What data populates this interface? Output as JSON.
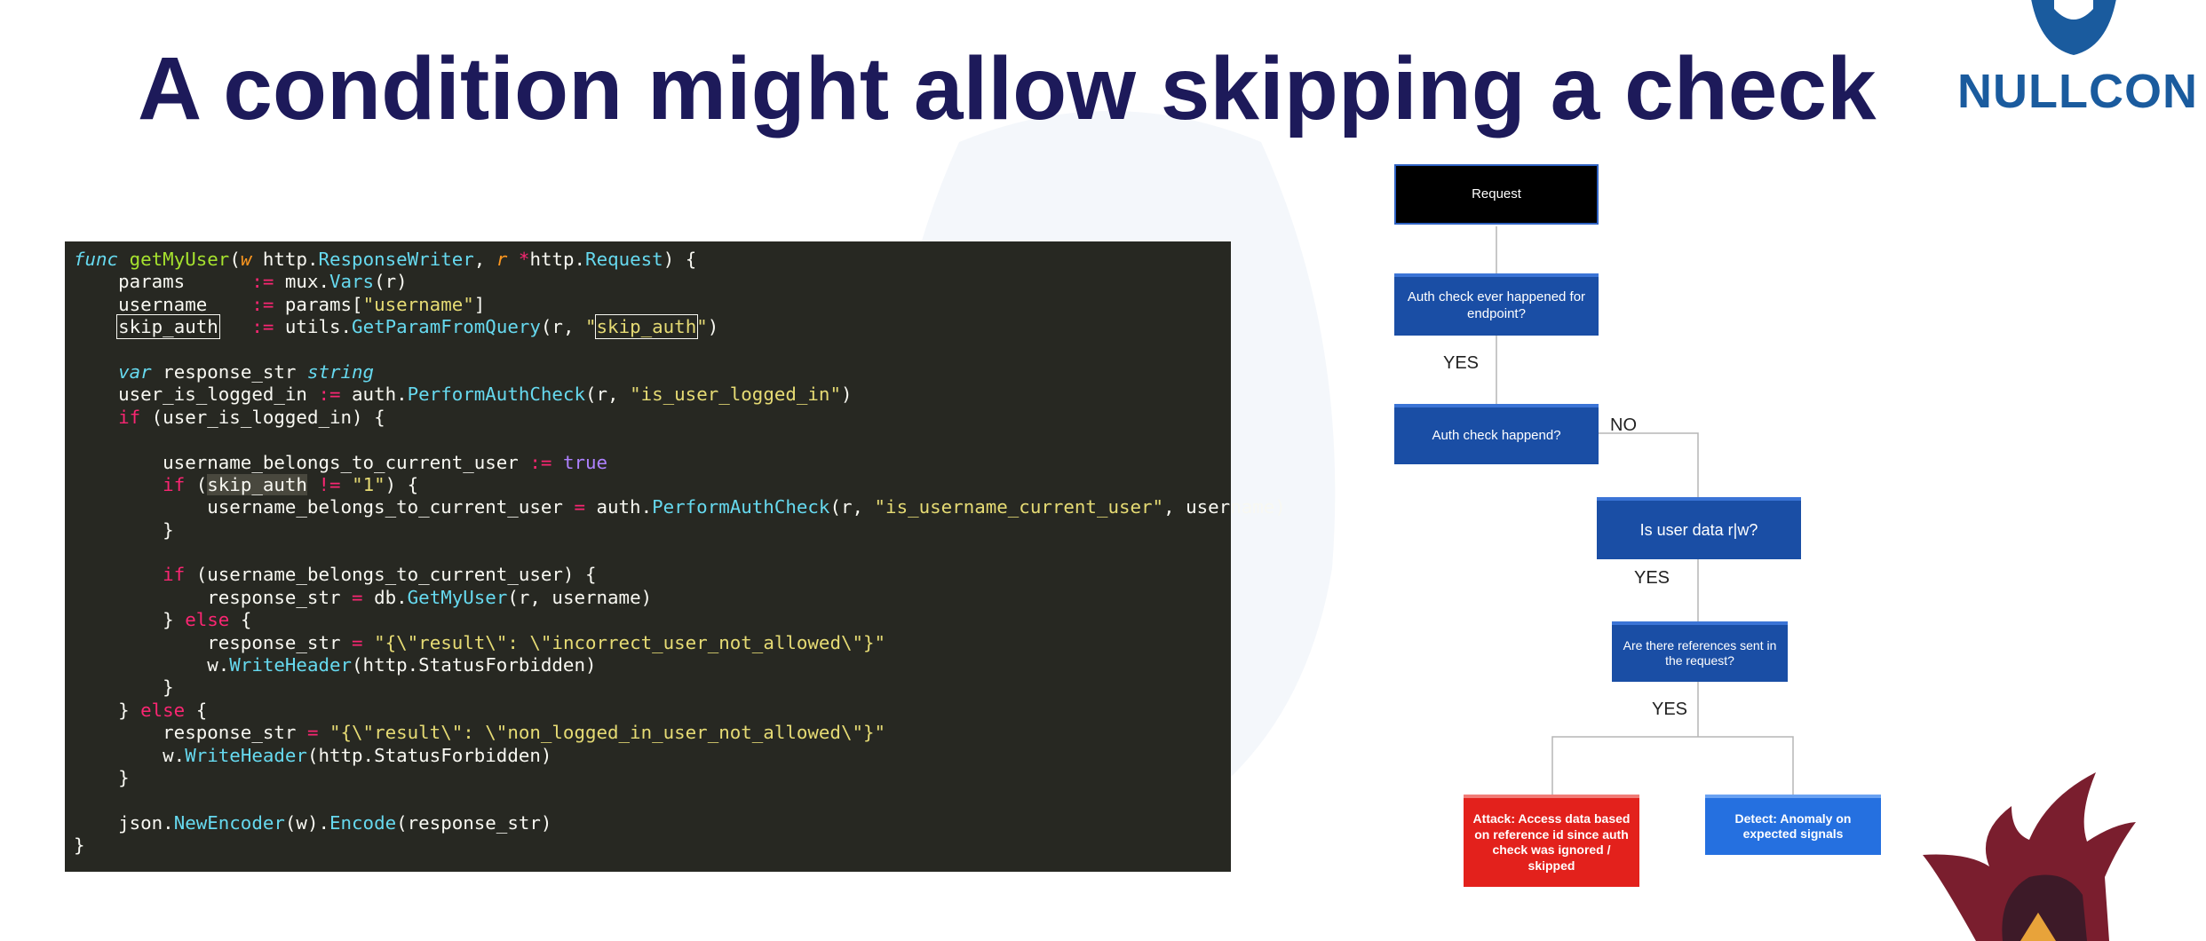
{
  "slide": {
    "title": "A condition might allow skipping a check",
    "logo_text": "NULLCON"
  },
  "code": {
    "lines": [
      [
        {
          "t": "func",
          "c": "kw-i"
        },
        {
          "t": " "
        },
        {
          "t": "getMyUser",
          "c": "fn"
        },
        {
          "t": "("
        },
        {
          "t": "w",
          "c": "pr"
        },
        {
          "t": " http."
        },
        {
          "t": "ResponseWriter",
          "c": "cl"
        },
        {
          "t": ", "
        },
        {
          "t": "r",
          "c": "pr"
        },
        {
          "t": " "
        },
        {
          "t": "*",
          "c": "op"
        },
        {
          "t": "http."
        },
        {
          "t": "Request",
          "c": "cl"
        },
        {
          "t": ") {"
        }
      ],
      [
        {
          "t": "    params      "
        },
        {
          "t": ":=",
          "c": "op"
        },
        {
          "t": " mux."
        },
        {
          "t": "Vars",
          "c": "cl"
        },
        {
          "t": "(r)"
        }
      ],
      [
        {
          "t": "    username    "
        },
        {
          "t": ":=",
          "c": "op"
        },
        {
          "t": " params["
        },
        {
          "t": "\"username\"",
          "c": "st"
        },
        {
          "t": "]"
        }
      ],
      [
        {
          "t": "    "
        },
        {
          "t": "skip_auth",
          "c": "boxed"
        },
        {
          "t": "   "
        },
        {
          "t": ":=",
          "c": "op"
        },
        {
          "t": " utils."
        },
        {
          "t": "GetParamFromQuery",
          "c": "cl"
        },
        {
          "t": "(r, "
        },
        {
          "t": "\"",
          "c": "st"
        },
        {
          "t": "skip_auth",
          "c": "st boxed"
        },
        {
          "t": "\"",
          "c": "st"
        },
        {
          "t": ")"
        }
      ],
      [],
      [
        {
          "t": "    "
        },
        {
          "t": "var",
          "c": "kw-i"
        },
        {
          "t": " response_str "
        },
        {
          "t": "string",
          "c": "ty"
        }
      ],
      [
        {
          "t": "    user_is_logged_in "
        },
        {
          "t": ":=",
          "c": "op"
        },
        {
          "t": " auth."
        },
        {
          "t": "PerformAuthCheck",
          "c": "cl"
        },
        {
          "t": "(r, "
        },
        {
          "t": "\"is_user_logged_in\"",
          "c": "st"
        },
        {
          "t": ")"
        }
      ],
      [
        {
          "t": "    "
        },
        {
          "t": "if",
          "c": "kw"
        },
        {
          "t": " (user_is_logged_in) {"
        }
      ],
      [],
      [
        {
          "t": "        username_belongs_to_current_user "
        },
        {
          "t": ":=",
          "c": "op"
        },
        {
          "t": " "
        },
        {
          "t": "true",
          "c": "nm"
        }
      ],
      [
        {
          "t": "        "
        },
        {
          "t": "if",
          "c": "kw"
        },
        {
          "t": " ("
        },
        {
          "t": "skip_auth",
          "c": "hl"
        },
        {
          "t": " "
        },
        {
          "t": "!=",
          "c": "op"
        },
        {
          "t": " "
        },
        {
          "t": "\"1\"",
          "c": "st"
        },
        {
          "t": ") {"
        }
      ],
      [
        {
          "t": "            username_belongs_to_current_user "
        },
        {
          "t": "=",
          "c": "op"
        },
        {
          "t": " auth."
        },
        {
          "t": "PerformAuthCheck",
          "c": "cl"
        },
        {
          "t": "(r, "
        },
        {
          "t": "\"is_username_current_user\"",
          "c": "st"
        },
        {
          "t": ", username)"
        }
      ],
      [
        {
          "t": "        }"
        }
      ],
      [],
      [
        {
          "t": "        "
        },
        {
          "t": "if",
          "c": "kw"
        },
        {
          "t": " (username_belongs_to_current_user) {"
        }
      ],
      [
        {
          "t": "            response_str "
        },
        {
          "t": "=",
          "c": "op"
        },
        {
          "t": " db."
        },
        {
          "t": "GetMyUser",
          "c": "cl"
        },
        {
          "t": "(r, username)"
        }
      ],
      [
        {
          "t": "        } "
        },
        {
          "t": "else",
          "c": "kw"
        },
        {
          "t": " {"
        }
      ],
      [
        {
          "t": "            response_str "
        },
        {
          "t": "=",
          "c": "op"
        },
        {
          "t": " "
        },
        {
          "t": "\"{\\\"result\\\": \\\"incorrect_user_not_allowed\\\"}\"",
          "c": "st"
        }
      ],
      [
        {
          "t": "            w."
        },
        {
          "t": "WriteHeader",
          "c": "cl"
        },
        {
          "t": "(http.StatusForbidden)"
        }
      ],
      [
        {
          "t": "        }"
        }
      ],
      [
        {
          "t": "    } "
        },
        {
          "t": "else",
          "c": "kw"
        },
        {
          "t": " {"
        }
      ],
      [
        {
          "t": "        response_str "
        },
        {
          "t": "=",
          "c": "op"
        },
        {
          "t": " "
        },
        {
          "t": "\"{\\\"result\\\": \\\"non_logged_in_user_not_allowed\\\"}\"",
          "c": "st"
        }
      ],
      [
        {
          "t": "        w."
        },
        {
          "t": "WriteHeader",
          "c": "cl"
        },
        {
          "t": "(http.StatusForbidden)"
        }
      ],
      [
        {
          "t": "    }"
        }
      ],
      [],
      [
        {
          "t": "    json."
        },
        {
          "t": "NewEncoder",
          "c": "cl"
        },
        {
          "t": "(w)."
        },
        {
          "t": "Encode",
          "c": "cl"
        },
        {
          "t": "(response_str)"
        }
      ],
      [
        {
          "t": "}"
        }
      ]
    ]
  },
  "flowchart": {
    "nodes": {
      "request": "Request",
      "auth_ever": "Auth check ever happened for endpoint?",
      "auth_happened": "Auth check happend?",
      "user_data": "Is user data r|w?",
      "references": "Are there references sent in the request?",
      "attack": "Attack: Access data based on reference id since auth check was ignored / skipped",
      "detect": "Detect: Anomaly on expected signals"
    },
    "edge_labels": {
      "yes_1": "YES",
      "no": "NO",
      "yes_2": "YES",
      "yes_3": "YES"
    }
  },
  "colors": {
    "title": "#1d1a5a",
    "logo": "#1a5b9e",
    "code_bg": "#272822",
    "node_blue": "#1a4ea5",
    "node_red": "#e3211c",
    "node_light_blue": "#2570e0"
  },
  "icons": {
    "logo_mark": "nullcon-logo-icon",
    "mascot": "mascot-illustration"
  }
}
